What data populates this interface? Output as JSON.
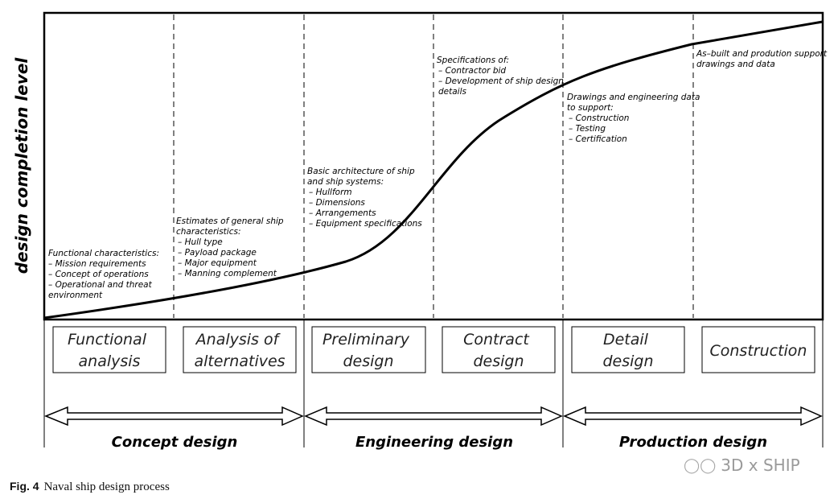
{
  "y_axis_label": "design completion level",
  "notes": [
    {
      "lines": [
        "Functional characteristics:",
        "–  Mission requirements",
        "–  Concept of operations",
        "–  Operational and threat",
        "    environment"
      ]
    },
    {
      "lines": [
        "Estimates of general ship",
        "characteristics:",
        "–  Hull type",
        "–  Payload package",
        "–  Major equipment",
        "–  Manning complement"
      ]
    },
    {
      "lines": [
        "Basic architecture of ship",
        "and ship systems:",
        "–  Hullform",
        "–  Dimensions",
        "–  Arrangements",
        "–  Equipment specifications"
      ]
    },
    {
      "lines": [
        "Specifications of:",
        "–  Contractor bid",
        "–  Development of ship design",
        "    details"
      ]
    },
    {
      "lines": [
        "Drawings and engineering data",
        "to support:",
        "–  Construction",
        "–  Testing",
        "–  Certification"
      ]
    },
    {
      "lines": [
        "As–built and prodution support",
        "drawings and data"
      ]
    }
  ],
  "phases": [
    {
      "lines": [
        "Functional",
        "analysis"
      ]
    },
    {
      "lines": [
        "Analysis of",
        "alternatives"
      ]
    },
    {
      "lines": [
        "Preliminary",
        "design"
      ]
    },
    {
      "lines": [
        "Contract",
        "design"
      ]
    },
    {
      "lines": [
        "Detail",
        "design"
      ]
    },
    {
      "lines": [
        "Construction"
      ]
    }
  ],
  "groups": [
    "Concept design",
    "Engineering design",
    "Production design"
  ],
  "caption": {
    "fig_no": "Fig. 4",
    "text": "Naval ship design process"
  },
  "watermark": {
    "icon": "wechat-icon",
    "text": "3D x SHIP"
  }
}
